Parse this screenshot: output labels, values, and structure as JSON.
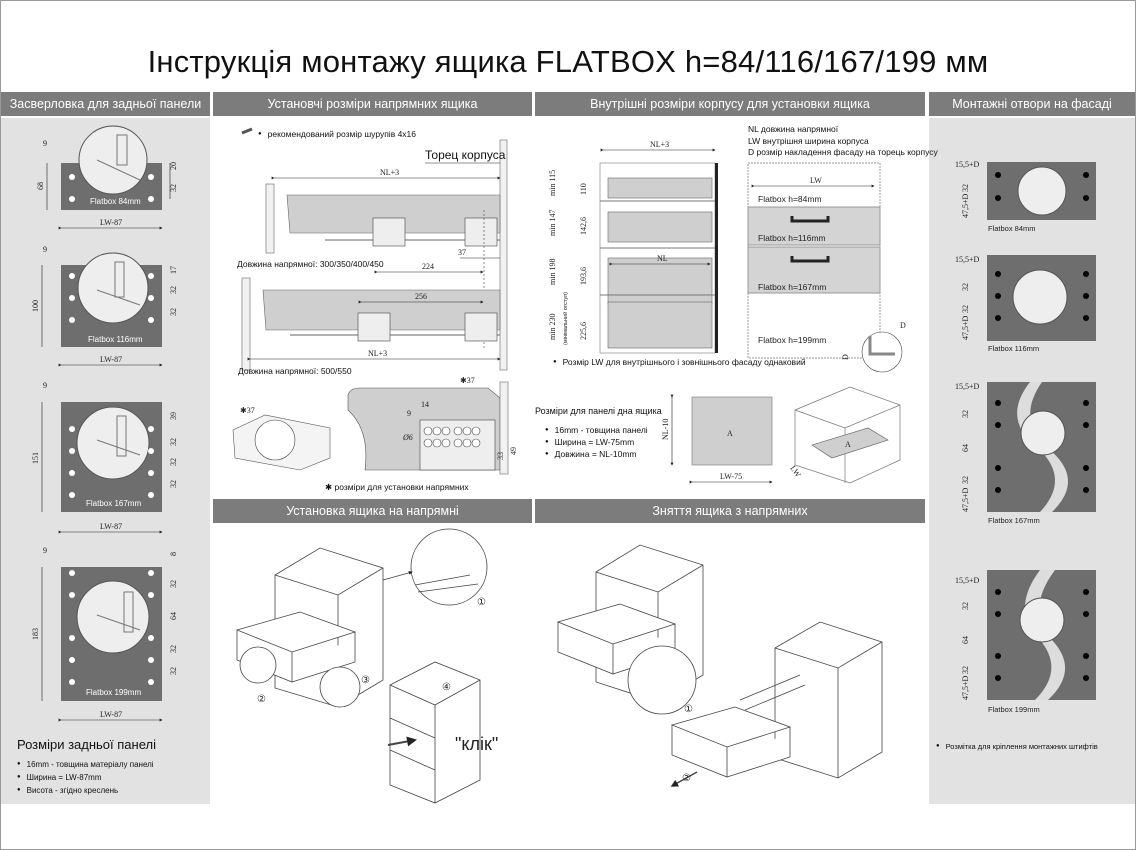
{
  "title": "Інструкція монтажу ящика FLATBOX h=84/116/167/199 мм",
  "headers": {
    "back_panel": "Засверловка для задньої панели",
    "rail_dims": "Установчі розміри напрямних ящика",
    "inner_dims": "Внутрішні розміри корпусу  для установки ящика",
    "facade_holes": "Монтажні отвори на фасаді",
    "install": "Установка ящика на напрямні",
    "remove": "Зняття ящика з напрямних"
  },
  "back_panel": {
    "panels": [
      {
        "label": "Flatbox 84mm",
        "height": "68",
        "offset": "9",
        "width": "LW-87",
        "right_dims": [
          "20",
          "32"
        ]
      },
      {
        "label": "Flatbox 116mm",
        "height": "100",
        "offset": "9",
        "width": "LW-87",
        "right_dims": [
          "17",
          "32",
          "32"
        ]
      },
      {
        "label": "Flatbox 167mm",
        "height": "151",
        "offset": "9",
        "width": "LW-87",
        "right_dims": [
          "39",
          "32",
          "32",
          "32"
        ]
      },
      {
        "label": "Flatbox 199mm",
        "height": "183",
        "offset": "9",
        "width": "LW-87",
        "right_dims": [
          "8",
          "32",
          "64",
          "32",
          "32"
        ]
      }
    ],
    "notes_title": "Розміри задньої панелі",
    "notes": [
      "16mm - товщина матеріалу панелі",
      "Ширина = LW-87mm",
      "Висота - згідно креслень"
    ]
  },
  "rails": {
    "screw_note": "рекомендований розмір шурупів 4x16",
    "cabinet_edge": "Торец корпуса",
    "nl3": "NL+3",
    "length_short": "Довжина напрямної:  300/350/400/450",
    "length_long": "Довжина напрямної:  500/550",
    "dim_37": "37",
    "dim_224": "224",
    "dim_256": "256",
    "star37": "✱37",
    "dim_9": "9",
    "dim_14": "14",
    "dim_d6": "Ø6",
    "dim_33": "33",
    "dim_49": "49",
    "footnote": "✱ розміри для установки напрямних"
  },
  "inner": {
    "legend": [
      "NL  довжина напрямної",
      "LW  внутрішня ширина корпуса",
      "D   розмір накладення фасаду на торець корпусу"
    ],
    "nl3": "NL+3",
    "nl": "NL",
    "lw": "LW",
    "d": "D",
    "min_heights": [
      "min 115",
      "min 147",
      "min 198",
      "min 230"
    ],
    "min_note": "(мінімальний отступ)",
    "box_heights": [
      "110",
      "142,6",
      "193,6",
      "225,6"
    ],
    "fronts": [
      "Flatbox h=84mm",
      "Flatbox h=116mm",
      "Flatbox h=167mm",
      "Flatbox h=199mm"
    ],
    "lw_note": "Розмір LW для внутрішнього і зовнішнього фасаду однаковий",
    "bottom_title": "Розміри для панелі дна ящика",
    "bottom_notes": [
      "16mm - товщина панелі",
      "Ширина = LW-75mm",
      "Довжина = NL-10mm"
    ],
    "panel_a": "A",
    "nl10": "NL-10",
    "lw75": "LW-75",
    "lw_iso": "LW"
  },
  "facade": {
    "offset": "15,5+D",
    "panels": [
      {
        "label": "Flatbox 84mm",
        "dims": [
          "32",
          "47,5+D"
        ]
      },
      {
        "label": "Flatbox 116mm",
        "dims": [
          "32",
          "32",
          "47,5+D"
        ]
      },
      {
        "label": "Flatbox 167mm",
        "dims": [
          "32",
          "64",
          "32",
          "47,5+D"
        ]
      },
      {
        "label": "Flatbox 199mm",
        "dims": [
          "32",
          "64",
          "32",
          "47,5+D"
        ]
      }
    ],
    "note": "Розмітка для кріплення монтажних штифтів"
  },
  "install": {
    "steps": [
      "①",
      "②",
      "③",
      "④"
    ],
    "click": "\"клік\""
  },
  "remove": {
    "steps": [
      "①",
      "②"
    ]
  },
  "colors": {
    "header": "#7c7c7c",
    "side_panel": "#e2e2e2",
    "drill_panel": "#6e6e6e",
    "box_gray": "#cfcfcf"
  }
}
